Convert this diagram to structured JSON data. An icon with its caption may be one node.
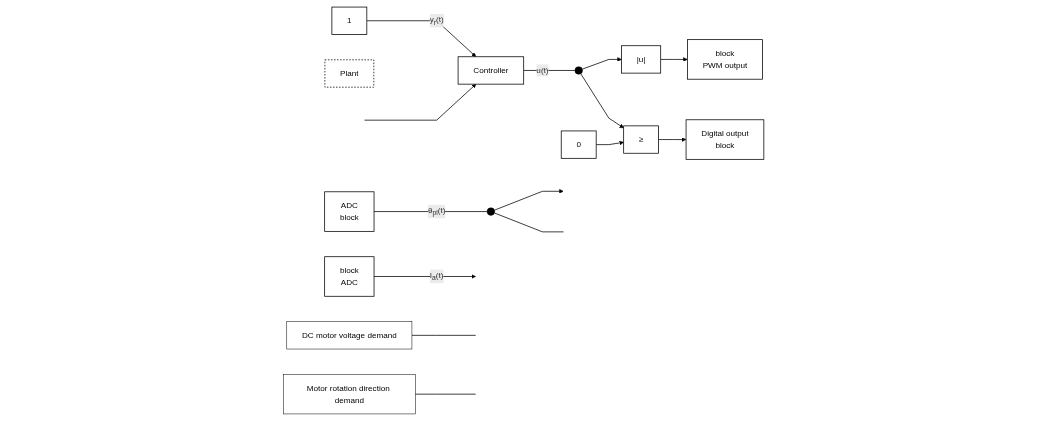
{
  "diagram": {
    "nodes": [
      {
        "text": [
          "1"
        ]
      },
      {
        "text": [
          "Controller"
        ]
      },
      {
        "text": [],
        "shape": "circle"
      },
      {
        "text": [
          "|u|"
        ]
      },
      {
        "text": [
          "block",
          "PWM output"
        ]
      },
      {
        "text": [
          "≥"
        ]
      },
      {
        "text": [
          "0"
        ]
      },
      {
        "text": [
          "Digital output",
          "block"
        ]
      },
      {
        "text": [
          "Plant"
        ]
      },
      {
        "text": [
          "block",
          "ADC"
        ]
      },
      {
        "text": [
          "ADC",
          "block"
        ]
      },
      {
        "text": [],
        "shape": "circle"
      },
      {
        "text": [
          "DC motor voltage demand"
        ]
      },
      {
        "text": [
          "Motor rotation direction demand"
        ]
      }
    ],
    "edges": [
      {
        "from": 0,
        "to": 1,
        "label": "y$_{r}$(t)",
        "arrow": "to"
      },
      {
        "from": null,
        "to": 1,
        "arrow": "to"
      },
      {
        "from": 1,
        "to": 2,
        "label": "u(t)",
        "arrow": "none"
      },
      {
        "from": 2,
        "to": 3,
        "arrow": "to"
      },
      {
        "from": 3,
        "to": 4,
        "arrow": "to"
      },
      {
        "from": 2,
        "to": 5,
        "arrow": "to"
      },
      {
        "from": 6,
        "to": 5,
        "arrow": "to"
      },
      {
        "from": 5,
        "to": 7,
        "arrow": "to"
      },
      {
        "from": 9,
        "to": null,
        "label": "I$_{a}$(t)",
        "arrow": "to"
      },
      {
        "from": 10,
        "to": 11,
        "label": "θ$_{pl}$(t)",
        "arrow": "none"
      },
      {
        "from": 11,
        "to": null,
        "arrow": "to"
      },
      {
        "from": 11,
        "to": null,
        "arrow": "none"
      },
      {
        "from": 12,
        "to": null,
        "arrow": "none"
      },
      {
        "from": 13,
        "to": null,
        "arrow": "none"
      }
    ]
  }
}
